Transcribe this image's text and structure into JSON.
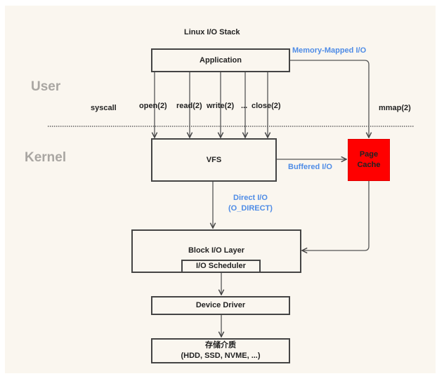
{
  "title": "Linux I/O Stack",
  "zones": {
    "user": "User",
    "kernel": "Kernel"
  },
  "labels": {
    "syscall": "syscall",
    "mmap": "mmap(2)",
    "memory_mapped_io": "Memory-Mapped I/O",
    "buffered_io": "Buffered I/O",
    "direct_io_line1": "Direct I/O",
    "direct_io_line2": "(O_DIRECT)"
  },
  "syscalls": [
    "open(2)",
    "read(2)",
    "write(2)",
    "...",
    "close(2)"
  ],
  "boxes": {
    "application": "Application",
    "vfs": "VFS",
    "page_cache_line1": "Page",
    "page_cache_line2": "Cache",
    "block_io_layer": "Block I/O Layer",
    "io_scheduler": "I/O Scheduler",
    "device_driver": "Device Driver",
    "storage_line1": "存储介质",
    "storage_line2": "(HDD, SSD, NVME, ...)"
  },
  "colors": {
    "page_cache": "#ff0000",
    "annotation": "#4f8ce6",
    "zone_label": "#a9a6a2",
    "background": "#faf6ef"
  }
}
